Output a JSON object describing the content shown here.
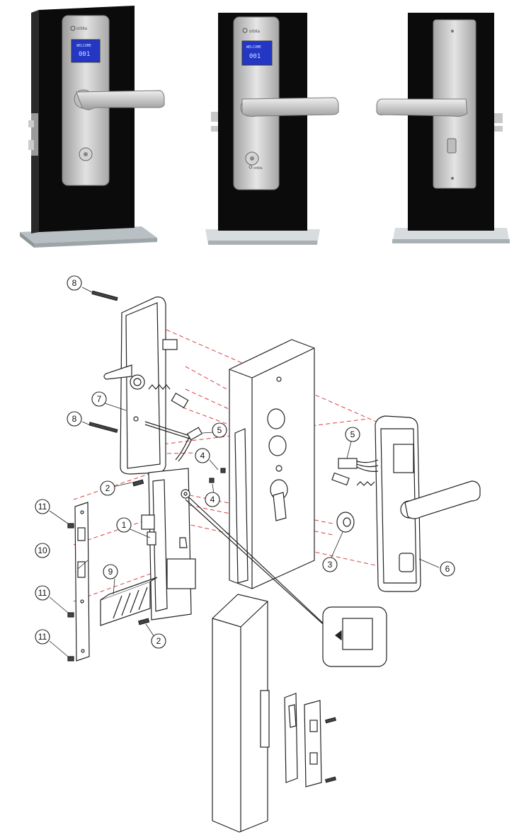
{
  "photos": [
    {
      "view": "front-angled",
      "display": {
        "line1": "WELCOME",
        "line2": "001"
      },
      "brand": "orbita"
    },
    {
      "view": "front",
      "display": {
        "line1": "WELCOME",
        "line2": "001"
      },
      "brand": "orbita"
    },
    {
      "view": "back"
    }
  ],
  "callouts": [
    "1",
    "2",
    "3",
    "4",
    "5",
    "6",
    "7",
    "8",
    "9",
    "10",
    "11"
  ],
  "colors": {
    "stand_black": "#0b0b0b",
    "steel": "#c8c8c8",
    "lcd_blue": "#2436c4",
    "dash_line": "#d84040",
    "line_art": "#222222"
  }
}
